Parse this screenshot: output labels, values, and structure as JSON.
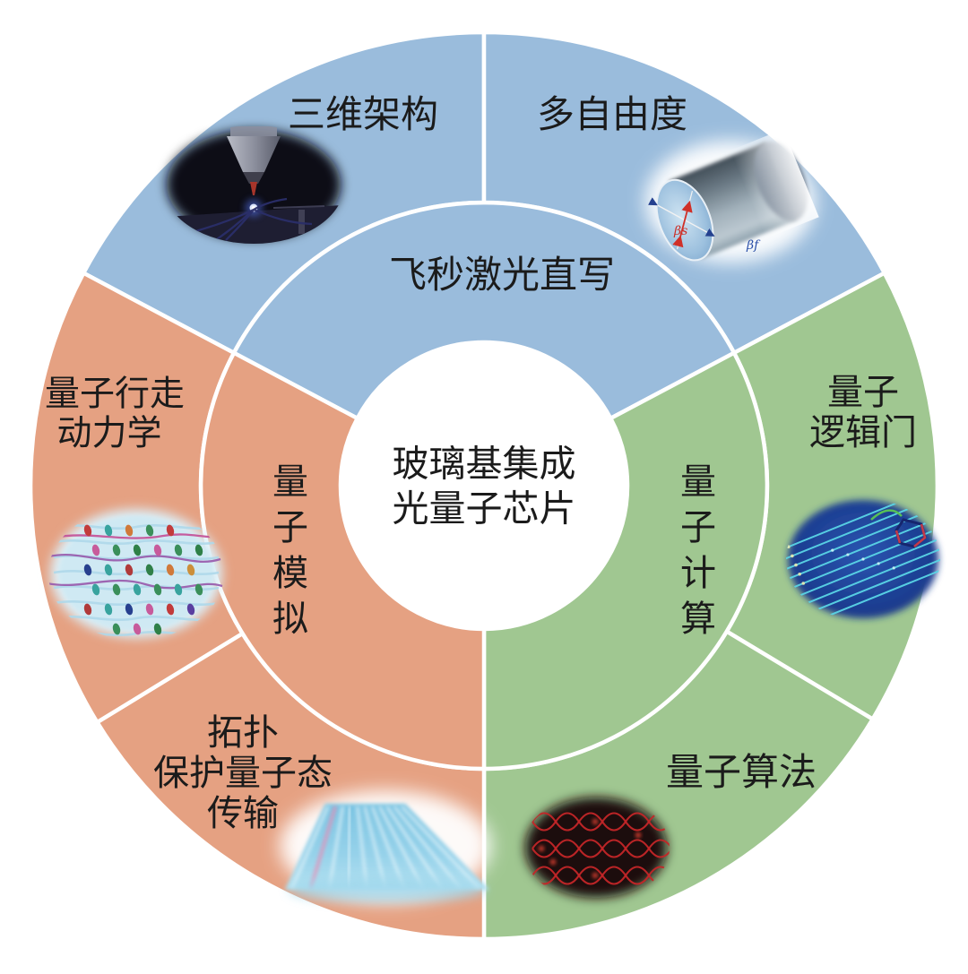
{
  "diagram": {
    "title_center": {
      "line1": "玻璃基集成",
      "line2": "光量子芯片"
    },
    "colors": {
      "blue": "#9abcdc",
      "green": "#a0c791",
      "orange": "#e5a182",
      "divider": "#ffffff",
      "text": "#1b1b1b"
    },
    "inner_ring": [
      {
        "id": "femtosecond-laser-direct-writing",
        "label": "飞秒激光直写"
      },
      {
        "id": "quantum-computing",
        "label": "量子计算"
      },
      {
        "id": "quantum-simulation",
        "label": "量子模拟"
      }
    ],
    "outer_ring": [
      {
        "id": "three-dimensional-architecture",
        "label": "三维架构"
      },
      {
        "id": "multiple-degrees-of-freedom",
        "label": "多自由度"
      },
      {
        "id": "quantum-logic-gates",
        "lines": [
          "量子",
          "逻辑门"
        ]
      },
      {
        "id": "quantum-algorithms",
        "label": "量子算法"
      },
      {
        "id": "topological-protected-quantum-state-transfer",
        "lines": [
          "拓扑",
          "保护量子态",
          "传输"
        ]
      },
      {
        "id": "quantum-walk-dynamics",
        "lines": [
          "量子行走",
          "动力学"
        ]
      }
    ],
    "images": {
      "fiber": {
        "beta_s": "βs",
        "beta_f": "βf"
      }
    }
  }
}
